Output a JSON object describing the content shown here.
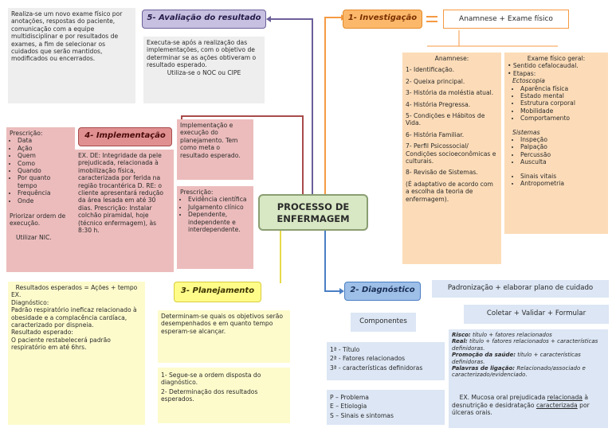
{
  "center": {
    "line1": "PROCESSO DE",
    "line2": "ENFERMAGEM"
  },
  "s1": {
    "title": "1- Investigação",
    "summary": "Anamnese + Exame físico",
    "anamnese_title": "Anamnese:",
    "anamnese_items": [
      "1- Identificação.",
      "2- Queixa principal.",
      "3- História da moléstia atual.",
      "4- História Pregressa.",
      "5- Condições e Hábitos de Vida.",
      "6- História Familiar.",
      "7- Perfil Psicossocial/ Condições socioeconômicas e culturais.",
      "8- Revisão de Sistemas.",
      "(É adaptativo de acordo com a escolha da teoria de enfermagem)."
    ],
    "exame_title": "Exame físico geral:",
    "exame_a": "• Sentido cefalocaudal.",
    "exame_b": "• Etapas:",
    "ectoscopia_label": "Ectoscopia",
    "ectoscopia_items": [
      "Aparência física",
      "Estado mental",
      "Estrutura corporal",
      "Mobilidade",
      "Comportamento"
    ],
    "sistemas_label": "Sistemas",
    "sistemas_items": [
      "Inspeção",
      "Palpação",
      "Percussão",
      "Ausculta"
    ],
    "extra_items": [
      "Sinais vitais",
      "Antropometria"
    ]
  },
  "s2": {
    "title": "2- Diagnóstico",
    "top": "Padronização + elaborar plano de cuidado",
    "collect": "Coletar + Validar + Formular",
    "componentes": "Componentes",
    "comp_items": [
      "1ª - Título",
      "2ª - Fatores relacionados",
      "3ª - características definidoras"
    ],
    "pes_items": [
      "P – Problema",
      "E – Etiologia",
      "S – Sinais e sintomas"
    ],
    "risco_label": "Risco:",
    "risco_text": " título + fatores relacionados",
    "real_label": "Real:",
    "real_text": " título + fatores relacionados + características definidoras.",
    "promo_label": "Promoção da saúde:",
    "promo_text": " título + características definidoras.",
    "palavras_label": "Palavras de ligação:",
    "palavras_text": " Relacionado/associado e caracterizado/evidenciado.",
    "ex_pre": "EX. Mucosa oral prejudicada ",
    "ex_u1": "relacionada",
    "ex_mid": " à desnutrição e desidratação ",
    "ex_u2": "caracterizada",
    "ex_post": " por úlceras orais."
  },
  "s3": {
    "title": "3- Planejamento",
    "desc": "Determinam-se quais os objetivos serão desempenhados e em quanto tempo esperam-se alcançar.",
    "steps": [
      "1- Segue-se a ordem disposta do diagnóstico.",
      "2- Determinação dos resultados esperados."
    ],
    "res_title": "Resultados esperados = Ações + tempo",
    "ex_label": "EX.",
    "diag_label": "Diagnóstico:",
    "diag_text": "Padrão respiratório ineficaz relacionado à obesidade e a complacência cardíaca, caracterizado por dispneia.",
    "res_label": "Resultado esperado:",
    "res_text": "O paciente restabelecerá padrão respiratório em até 6hrs."
  },
  "s4": {
    "title": "4- Implementação",
    "presc_title": "Prescrição:",
    "presc_items": [
      "Data",
      "Ação",
      "Quem",
      "Como",
      "Quando",
      "Por quanto tempo",
      "Frequência",
      "Onde"
    ],
    "presc_order": "Priorizar ordem de execução.",
    "nic": "Utilizar NIC.",
    "example": "EX. DE: Integridade da pele prejudicada, relacionada à imobilização física, caracterizada por ferida na região trocantérica D. RE: o cliente apresentará redução da área lesada em até 30 dias. Prescrição: Instalar colchão piramidal, hoje (técnico enfermagem), às 8:30 h.",
    "impl_desc": "Implementação e execução do planejamento. Tem como meta o resultado esperado.",
    "presc2_title": "Prescrição:",
    "presc2_items": [
      "Evidência científica",
      "Julgamento clínico",
      "Dependente, independente e interdependente."
    ]
  },
  "s5": {
    "title": "5- Avaliação do resultado",
    "left": "Realiza-se um novo exame físico por anotações, respostas do paciente, comunicação com a equipe multidisciplinar e por resultados de exames, a fim de selecionar os cuidados que serão mantidos, modificados ou encerrados.",
    "right": "Executa-se após a realização das implementações, com o objetivo de determinar se as ações obtiveram o resultado esperado.",
    "right_note": "Utiliza-se o NOC ou CIPE"
  },
  "colors": {
    "orange": "#f59a42",
    "blue": "#4a7fc4",
    "purple": "#6c5f9a",
    "red": "#a84a4a",
    "yellow": "#fffc8a",
    "center_fill": "#d8e8c4"
  }
}
